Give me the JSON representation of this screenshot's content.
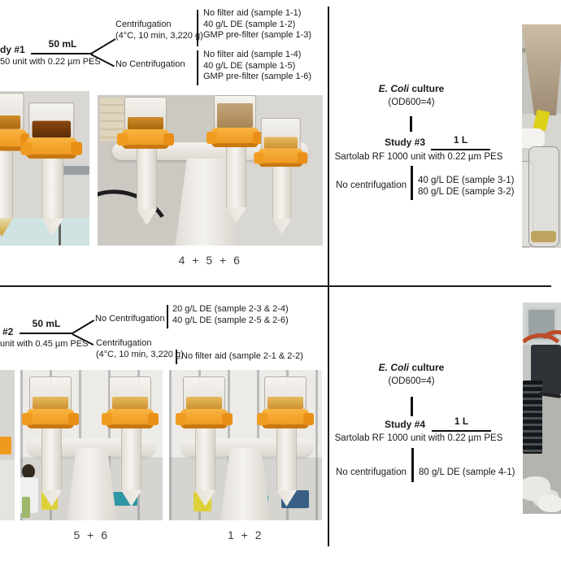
{
  "colors": {
    "accent_orange": "#f09c20",
    "divider": "#1c1c1c",
    "caption_gray": "#3e3e3e"
  },
  "study1": {
    "title": "dy #1",
    "unit_label": "50 unit with 0.22 µm PES",
    "volume": "50 mL",
    "branches": [
      {
        "label": "Centrifugation",
        "sublabel": "(4°C, 10 min, 3,220 g)",
        "samples": [
          "No filter aid (sample 1-1)",
          "40 g/L DE (sample 1-2)",
          "GMP pre-filter (sample 1-3)"
        ]
      },
      {
        "label": "No Centrifugation",
        "samples": [
          "No filter aid (sample 1-4)",
          "40 g/L DE (sample 1-5)",
          "GMP pre-filter (sample 1-6)"
        ]
      }
    ],
    "photo_caption": "4 + 5 + 6"
  },
  "study2": {
    "title": "#2",
    "unit_label": "unit with 0.45 µm PES",
    "volume": "50 mL",
    "branches": [
      {
        "label": "No Centrifugation",
        "samples": [
          "20 g/L DE (sample 2-3 & 2-4)",
          "40 g/L DE (sample 2-5 & 2-6)"
        ]
      },
      {
        "label": "Centrifugation",
        "sublabel": "(4°C, 10 min, 3,220 g)",
        "samples": [
          "No filter aid (sample 2-1 & 2-2)"
        ]
      }
    ],
    "photo_captions": [
      "5 + 6",
      "1 + 2"
    ]
  },
  "study3": {
    "culture_name": "E. Coli",
    "culture_rest": " culture",
    "od": "(OD600=4)",
    "title": "Study #3",
    "volume": "1 L",
    "unit_label": "Sartolab RF 1000 unit with 0.22 µm PES",
    "condition": "No centrifugation",
    "samples": [
      "40 g/L DE (sample 3-1)",
      "80 g/L DE (sample 3-2)"
    ]
  },
  "study4": {
    "culture_name": "E. Coli",
    "culture_rest": " culture",
    "od": "(OD600=4)",
    "title": "Study #4",
    "volume": "1 L",
    "unit_label": "Sartolab RF 1000 unit with 0.22 µm PES",
    "condition": "No centrifugation",
    "samples": [
      "80 g/L DE (sample 4-1)"
    ]
  }
}
